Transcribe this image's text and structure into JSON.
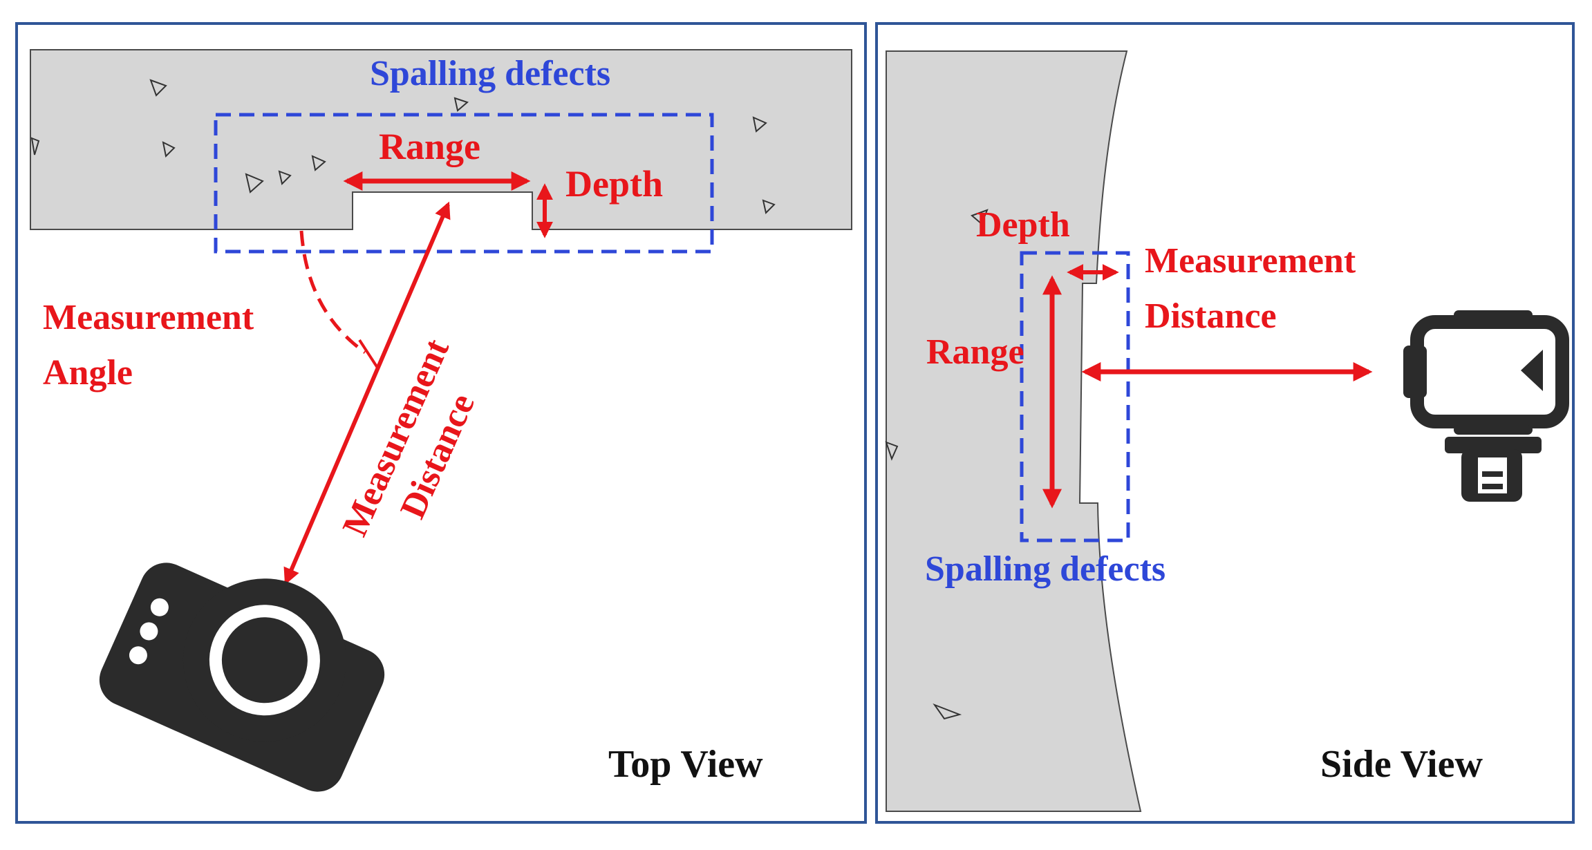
{
  "colors": {
    "annotation": "#e8161b",
    "defect": "#2e47d8",
    "concrete": "#d6d6d6",
    "frame": "#2f5597",
    "device": "#2b2b2b"
  },
  "top_view": {
    "view_label": "Top View",
    "defect_label": "Spalling defects",
    "range_label": "Range",
    "depth_label": "Depth",
    "angle_label_line1": "Measurement",
    "angle_label_line2": "Angle",
    "distance_label_line1": "Measurement",
    "distance_label_line2": "Distance",
    "device_icon": "camera-icon"
  },
  "side_view": {
    "view_label": "Side View",
    "defect_label": "Spalling defects",
    "range_label": "Range",
    "depth_label": "Depth",
    "distance_label_line1": "Measurement",
    "distance_label_line2": "Distance",
    "device_icon": "gimbal-camera-icon"
  }
}
